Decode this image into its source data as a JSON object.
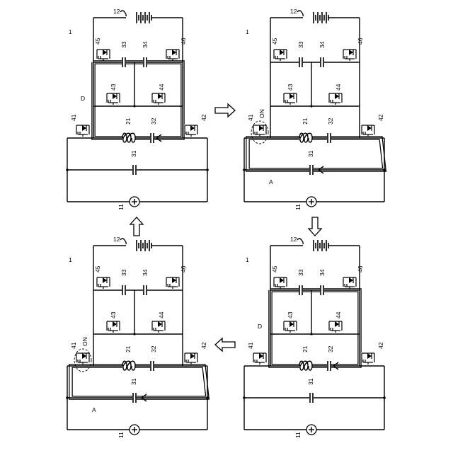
{
  "labels": {
    "device": "1",
    "battery": "12",
    "sw45": "45",
    "sw46": "46",
    "sw43": "43",
    "sw44": "44",
    "sw41": "41",
    "sw42": "42",
    "cap33": "33",
    "cap34": "34",
    "cap32": "32",
    "cap31": "31",
    "inductor": "21",
    "source": "11",
    "pathD": "D",
    "pathA": "A",
    "on": "ON"
  }
}
